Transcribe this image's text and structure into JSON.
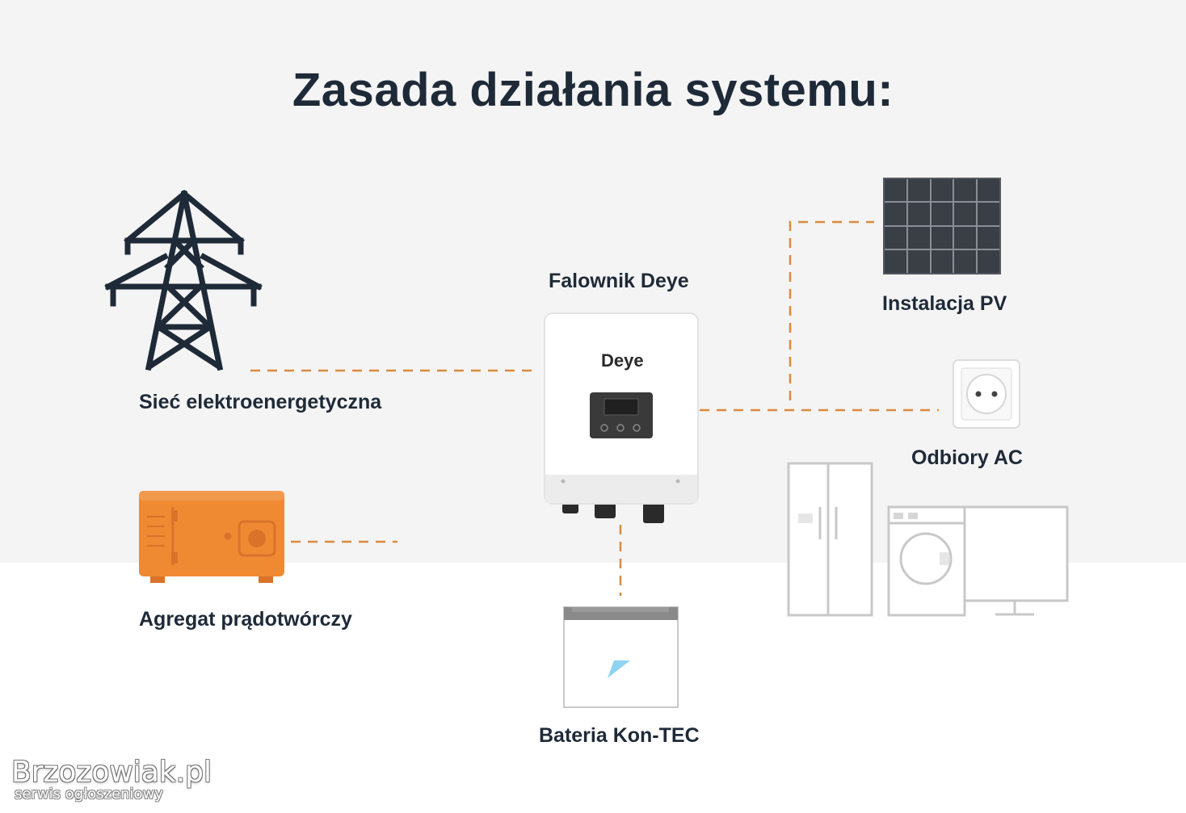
{
  "title": "Zasada działania systemu:",
  "nodes": {
    "grid": "Sieć elektroenergetyczna",
    "generator": "Agregat prądotwórczy",
    "inverter": "Falownik Deye",
    "inverter_brand": "Deye",
    "pv": "Instalacja PV",
    "ac_loads": "Odbiory AC",
    "battery": "Bateria Kon-TEC"
  },
  "watermark": {
    "name": "Brzozowiak.pl",
    "tagline": "serwis ogłoszeniowy"
  },
  "colors": {
    "connector": "#d98a3e",
    "generator": "#ef8a33",
    "dark_icon": "#1f2a38",
    "appliance_line": "#c8c8c8"
  },
  "icons": [
    "power-tower-icon",
    "generator-icon",
    "inverter-icon",
    "solar-panel-icon",
    "socket-icon",
    "battery-icon",
    "fridge-icon",
    "washing-machine-icon",
    "monitor-icon"
  ]
}
